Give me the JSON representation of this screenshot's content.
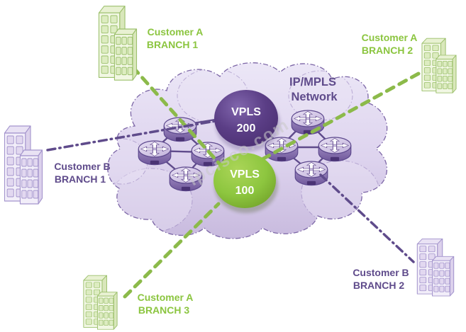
{
  "watermark": {
    "text": "ipcisco.com"
  },
  "network_cloud": {
    "title_line1": "IP/MPLS",
    "title_line2": "Network",
    "router_count": 8,
    "router_icon": "router-icon"
  },
  "vpls": [
    {
      "label": "VPLS",
      "id": "200",
      "color": "#5b3e86"
    },
    {
      "label": "VPLS",
      "id": "100",
      "color": "#8dc63f"
    }
  ],
  "branches": [
    {
      "line1": "Customer A",
      "line2": "BRANCH 1",
      "customer": "A",
      "position": "top-left",
      "color": "#8bc53f"
    },
    {
      "line1": "Customer A",
      "line2": "BRANCH 2",
      "customer": "A",
      "position": "top-right",
      "color": "#8bc53f"
    },
    {
      "line1": "Customer A",
      "line2": "BRANCH 3",
      "customer": "A",
      "position": "bottom-left",
      "color": "#8bc53f"
    },
    {
      "line1": "Customer B",
      "line2": "BRANCH 1",
      "customer": "B",
      "position": "left",
      "color": "#5f4b8b"
    },
    {
      "line1": "Customer B",
      "line2": "BRANCH 2",
      "customer": "B",
      "position": "bottom-right",
      "color": "#5f4b8b"
    }
  ],
  "connections": [
    {
      "from": "customer-a-branch-1",
      "to": "vpls-100",
      "style": "green-dashed"
    },
    {
      "from": "customer-a-branch-2",
      "to": "vpls-100",
      "style": "green-dashed"
    },
    {
      "from": "customer-a-branch-3",
      "to": "vpls-100",
      "style": "green-dashed"
    },
    {
      "from": "customer-b-branch-1",
      "to": "vpls-200",
      "style": "purple-dash-dot"
    },
    {
      "from": "customer-b-branch-2",
      "to": "vpls-200",
      "style": "purple-dash-dot"
    }
  ],
  "colors": {
    "customer_a_green": "#8bc53f",
    "customer_b_purple": "#5f4b8b",
    "cloud_fill": "#d9cfe9",
    "cloud_outline": "#7c66a6",
    "vpls_200": "#5b3e86",
    "vpls_100": "#8dc63f",
    "router_link": "#5f4b8b"
  }
}
